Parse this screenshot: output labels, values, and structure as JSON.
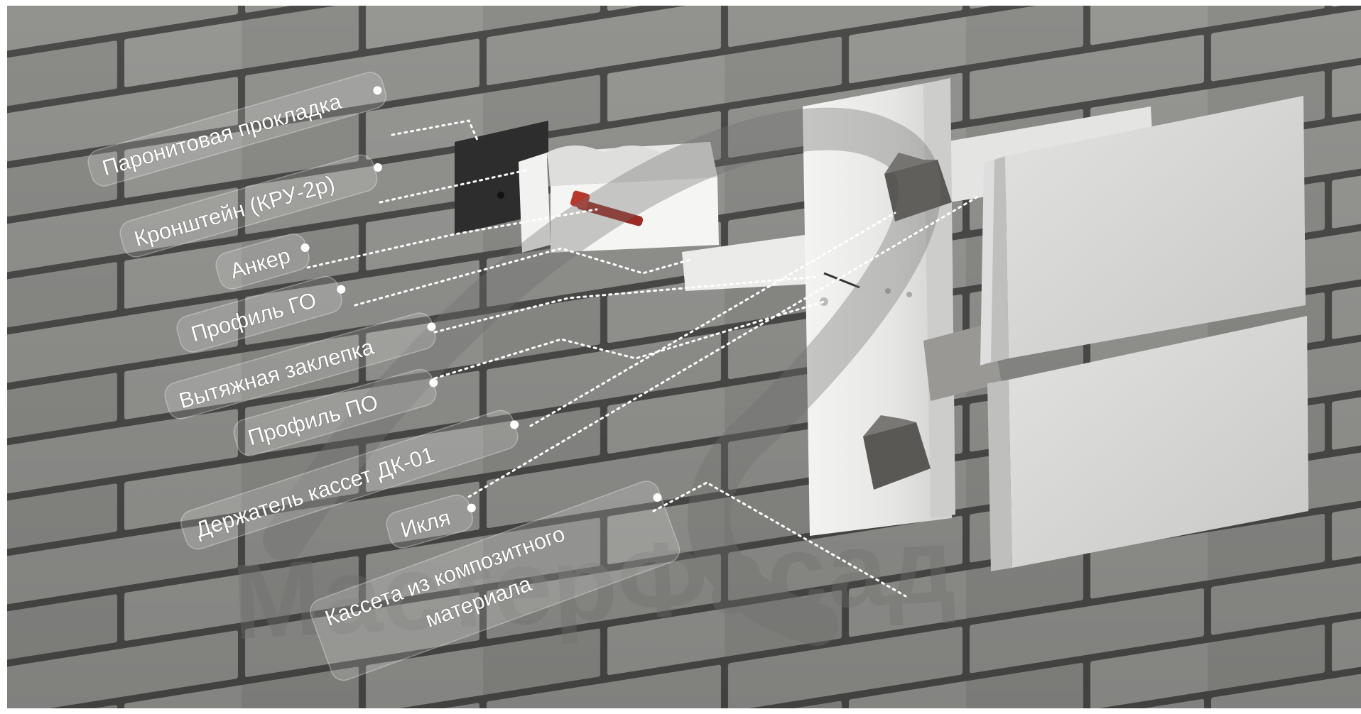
{
  "labels": {
    "paronite_gasket": "Паронитовая прокладка",
    "bracket": "Кронштейн (КРУ-2р)",
    "anchor": "Анкер",
    "profile_go": "Профиль ГО",
    "blind_rivet": "Вытяжная заклепка",
    "profile_po": "Профиль ПО",
    "cassette_holder": "Держатель кассет ДК-01",
    "ikla": "Икля",
    "cassette_line1": "Кассета из композитного",
    "cassette_line2": "материала"
  },
  "watermark": "МастерФасад",
  "colors": {
    "wall": "#8e8e8c",
    "mortar": "#4a4a48",
    "profile": "#ececea",
    "panel": "#dcdcda",
    "gasket": "#2d2d2d",
    "anchor": "#9b2a22",
    "holder": "#5a5854"
  }
}
